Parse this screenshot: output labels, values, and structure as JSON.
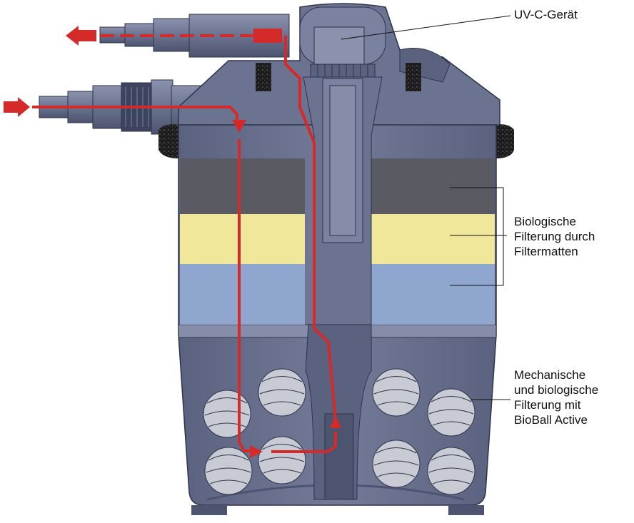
{
  "labels": {
    "uvc": {
      "text": "UV-C-Gerät"
    },
    "bio": {
      "lines": [
        "Biologische",
        "Filterung durch",
        "Filtermatten"
      ]
    },
    "mech": {
      "lines": [
        "Mechanische",
        "und biologische",
        "Filterung mit",
        "BioBall Active"
      ]
    }
  },
  "colors": {
    "flow_arrow": "#d42a2a",
    "housing": "#6b7390",
    "housing_dark": "#4d546f",
    "foam_dark": "#5a5a62",
    "foam_yellow": "#f0e79a",
    "foam_blue": "#8fa6cf",
    "gasket": "#1c1c1c"
  },
  "icons": {
    "flow_out_arrow": "arrow-left-icon",
    "flow_in_arrow": "arrow-right-icon",
    "bioball": "bioball-icon"
  }
}
